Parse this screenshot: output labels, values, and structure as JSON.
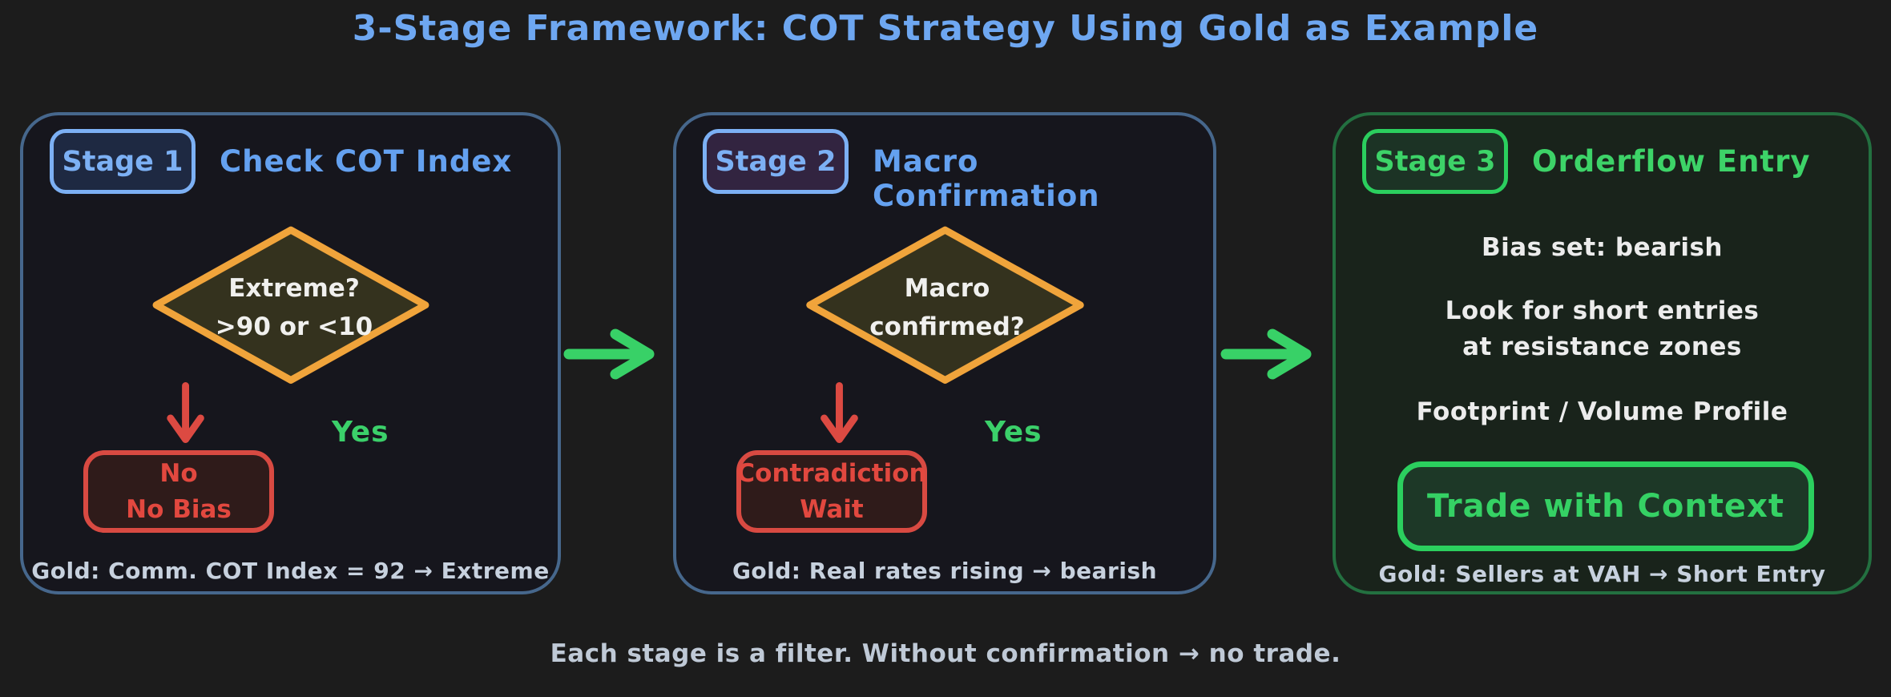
{
  "title": "3-Stage Framework: COT Strategy Using Gold as Example",
  "footer": "Each stage is a filter. Without confirmation → no trade.",
  "palette": {
    "background": "#1c1c1c",
    "title_blue": "#6ea7f1",
    "panel_border_blue": "#46678c",
    "panel_border_green": "#237040",
    "badge_blue": "#7cb0f4",
    "green_accent": "#38d167",
    "diamond_orange": "#f0a43b",
    "red_accent": "#dc4a42",
    "caption_gray": "#c7d1de",
    "body_white": "#ececec"
  },
  "stages": [
    {
      "badge": "Stage 1",
      "heading": "Check COT Index",
      "diamond_line1": "Extreme?",
      "diamond_line2": ">90 or <10",
      "no_line1": "No",
      "no_line2": "No Bias",
      "yes_label": "Yes",
      "caption": "Gold: Comm. COT Index = 92 → Extreme"
    },
    {
      "badge": "Stage 2",
      "heading": "Macro Confirmation",
      "diamond_line1": "Macro",
      "diamond_line2": "confirmed?",
      "no_line1": "Contradiction",
      "no_line2": "Wait",
      "yes_label": "Yes",
      "caption": "Gold: Real rates rising → bearish"
    },
    {
      "badge": "Stage 3",
      "heading": "Orderflow Entry",
      "lines": [
        "Bias set: bearish",
        "Look for short entries",
        "at resistance zones",
        "Footprint / Volume Profile"
      ],
      "action": "Trade with Context",
      "caption": "Gold: Sellers at VAH → Short Entry"
    }
  ]
}
